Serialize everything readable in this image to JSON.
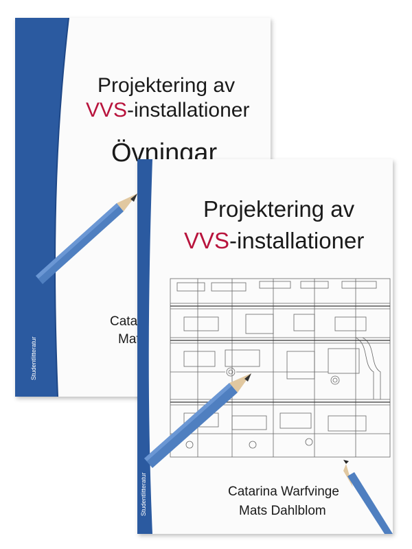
{
  "back_book": {
    "title_line1": "Projektering av",
    "title_accent": "VVS",
    "title_rest": "-installationer",
    "subtitle": "Övningar",
    "author1": "Catarina Warfvinge",
    "author2": "Mats Dahlblom",
    "publisher": "Studentlitteratur"
  },
  "front_book": {
    "title_line1": "Projektering av",
    "title_accent": "VVS",
    "title_rest": "-installationer",
    "author1": "Catarina Warfvinge",
    "author2": "Mats Dahlblom",
    "publisher": "Studentlitteratur"
  },
  "colors": {
    "spine_blue": "#2b5aa0",
    "accent_red": "#b8133c",
    "pencil_blue": "#4f7fc0"
  }
}
